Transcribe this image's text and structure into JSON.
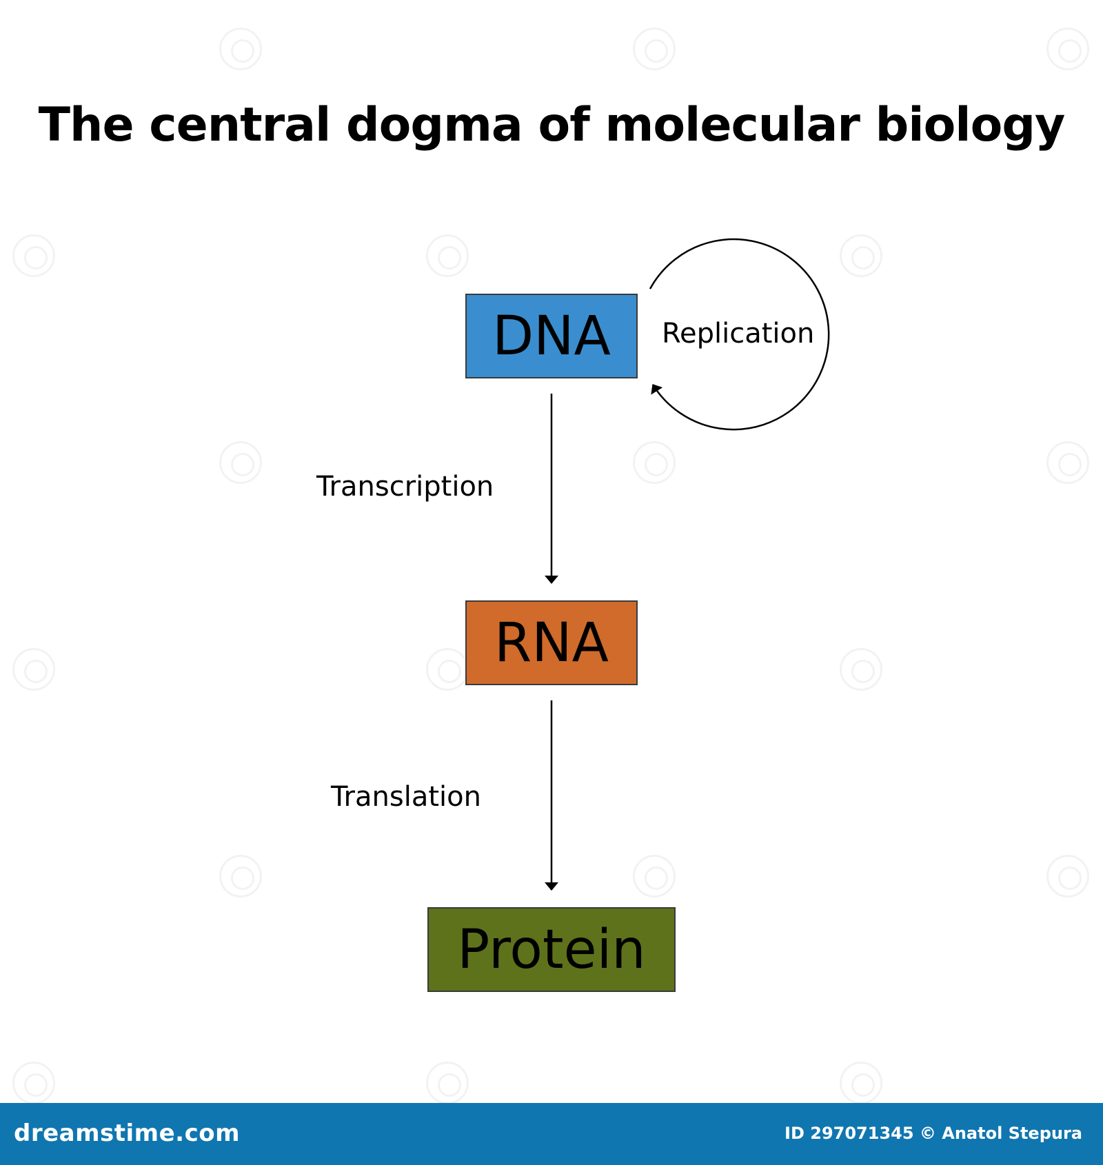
{
  "title": "The central dogma of molecular biology",
  "nodes": {
    "dna": {
      "label": "DNA",
      "color": "#3a8ecf"
    },
    "rna": {
      "label": "RNA",
      "color": "#d06b2b"
    },
    "protein": {
      "label": "Protein",
      "color": "#5e721c"
    }
  },
  "edges": {
    "replication": "Replication",
    "transcription": "Transcription",
    "translation": "Translation"
  },
  "footer": {
    "brand": "dreamstime.com",
    "credit": "ID 297071345 © Anatol Stepura",
    "color": "#1076b0"
  }
}
